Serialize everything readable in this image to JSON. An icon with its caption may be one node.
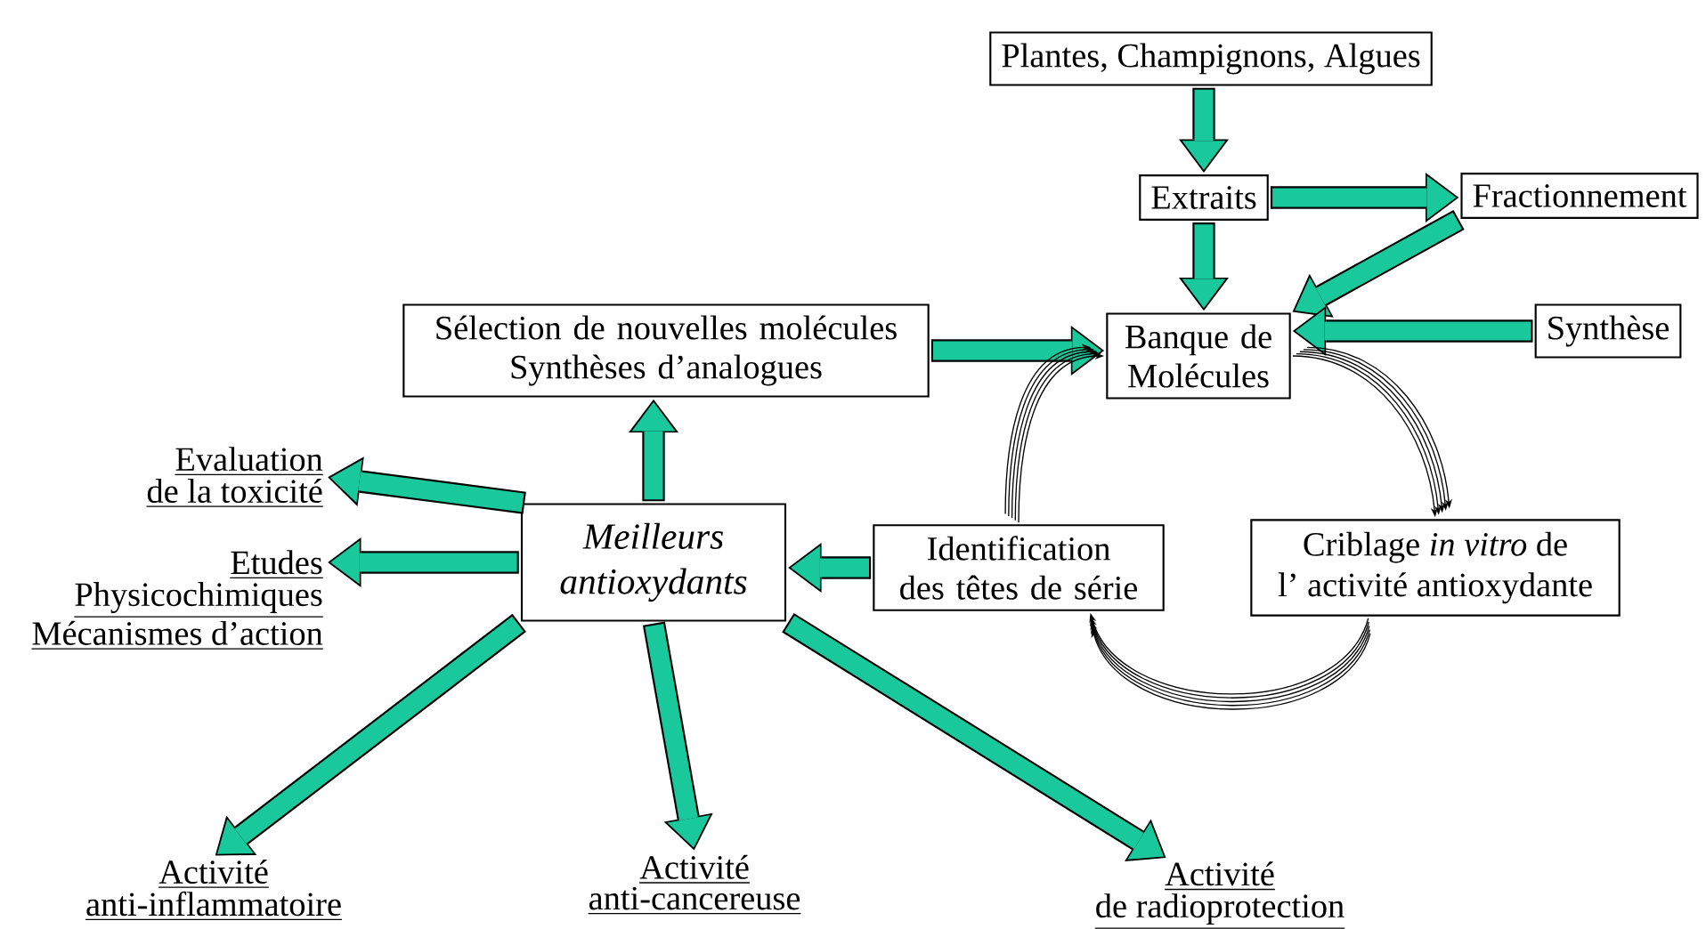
{
  "diagram": {
    "nodes": [
      {
        "text": [
          "Plantes, Champignons, Algues"
        ]
      },
      {
        "text": [
          "Extraits"
        ]
      },
      {
        "text": [
          "Fractionnement"
        ]
      },
      {
        "text": [
          "Banque de Molécules"
        ]
      },
      {
        "text": [
          "Synthèse"
        ]
      },
      {
        "text": [
          "Sélection de nouvelles molécules Synthèses d’analogues"
        ]
      },
      {
        "text": [
          "Criblage *in vitro* de l’ activité antioxydante"
        ]
      },
      {
        "text": [
          "Identification des têtes de série"
        ]
      },
      {
        "text": [
          "Meilleurs antioxydants"
        ]
      },
      {
        "text": [
          "Evaluation de la toxicité"
        ]
      },
      {
        "text": [
          "Etudes Physicochimiques Mécanismes d’action"
        ]
      },
      {
        "text": [
          "Activité anti-inflammatoire"
        ]
      },
      {
        "text": [
          "Activité anti-cancereuse"
        ]
      },
      {
        "text": [
          "Activité de radioprotection"
        ]
      }
    ],
    "edges": [
      {
        "from": 0,
        "to": 1,
        "arrow": "to"
      },
      {
        "from": 1,
        "to": 2,
        "arrow": "to"
      },
      {
        "from": 1,
        "to": 3,
        "arrow": "to"
      },
      {
        "from": 2,
        "to": 3,
        "arrow": "to"
      },
      {
        "from": 4,
        "to": 3,
        "arrow": "to"
      },
      {
        "from": 5,
        "to": 3,
        "arrow": "to"
      },
      {
        "from": 7,
        "to": 8,
        "arrow": "to"
      },
      {
        "from": 8,
        "to": 5,
        "arrow": "to"
      },
      {
        "from": 8,
        "to": 9,
        "arrow": "to"
      },
      {
        "from": 8,
        "to": 10,
        "arrow": "to"
      },
      {
        "from": 8,
        "to": 11,
        "arrow": "to"
      },
      {
        "from": 8,
        "to": 12,
        "arrow": "to"
      },
      {
        "from": 8,
        "to": 13,
        "arrow": "to"
      },
      {
        "from": 3,
        "to": 6,
        "arrow": "to",
        "color": "#000000"
      },
      {
        "from": 6,
        "to": 7,
        "arrow": "to",
        "color": "#000000"
      },
      {
        "from": 7,
        "to": 3,
        "arrow": "to",
        "color": "#000000"
      }
    ]
  }
}
